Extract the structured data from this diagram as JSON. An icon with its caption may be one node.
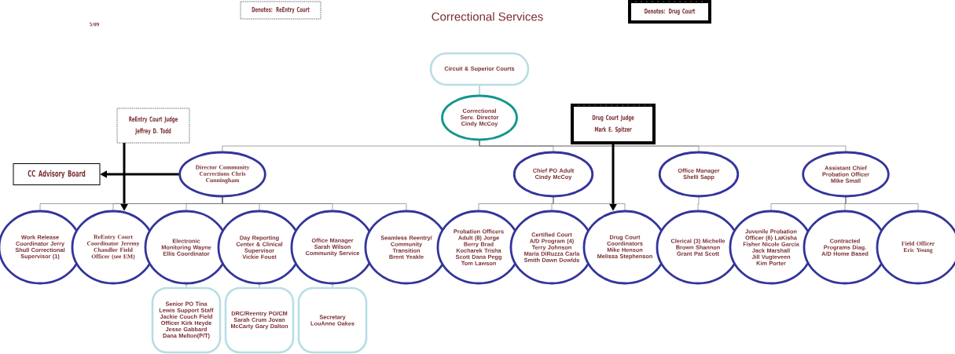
{
  "diagram": {
    "title": "Correctional Services",
    "nodes": [
      {
        "text": [
          "Circuit & Superior Courts"
        ]
      },
      {
        "text": [
          "Correctional Serv. Director Cindy McCoy"
        ]
      },
      {
        "text": [
          "Drug Court Judge",
          "Mark E. Spitzer"
        ]
      },
      {
        "text": [
          "ReEntry Court Judge",
          "Jeffrey D. Todd"
        ]
      },
      {
        "text": [
          "CC Advisory Board"
        ]
      },
      {
        "text": [
          "Director Community Corrections Chris Cunningham"
        ]
      },
      {
        "text": [
          "Chief PO Adult Cindy McCoy"
        ]
      },
      {
        "text": [
          "Office Manager Shelli Sapp"
        ]
      },
      {
        "text": [
          "Assistant Chief Probation Officer Mike Small"
        ]
      },
      {
        "text": [
          "Work Release Coordinator Jerry Shull Correctional Supervisor (1)"
        ]
      },
      {
        "text": [
          "ReEntry Court Coordinator Jeremy Chandler Field Officer (see EM)"
        ]
      },
      {
        "text": [
          "Electronic Monitoring Wayne Ellis Coordinator"
        ]
      },
      {
        "text": [
          "Day Reporting Center & Clinical Supervisor Vickie Foust"
        ]
      },
      {
        "text": [
          "Office Manager Sarah Wilson Community Service"
        ]
      },
      {
        "text": [
          "Seamless Reentry/ Community Transition Brent Yeakle"
        ]
      },
      {
        "text": [
          "Probation Officers Adult (8) Jorge Berry Brad Kocharek Trisha Scott Dana Pegg Tom Lawson"
        ]
      },
      {
        "text": [
          "Certified Court A/D Program (4) Terry Johnson Maria DiRuzza Carla Smith Dawn Dowlds"
        ]
      },
      {
        "text": [
          "Drug Court Coordinators Mike Henson Melissa Stephenson"
        ]
      },
      {
        "text": [
          "Clerical (3) Michelle Brown Shannon Grant Pat Scott"
        ]
      },
      {
        "text": [
          "Juvenile Probation Officer (6) LaKisha Fisher Nicole Garcia Jack Marshall Jill Vugteveen Kim Porter"
        ]
      },
      {
        "text": [
          "Contracted Programs Diag. A/D Home Based"
        ]
      },
      {
        "text": [
          "Field Officer Eric Young"
        ]
      },
      {
        "text": [
          "Senior PO Tina Lewis Support Staff Jackie Couch Field Officer Kirk Heyde Jesse Gabbard Dana Melton(P/T)"
        ]
      },
      {
        "text": [
          "DRC/Reentry PO/CM Sarah Crum Jovan McCarty Gary Dalton"
        ]
      },
      {
        "text": [
          "Secretary LouAnne Oakes"
        ]
      },
      {
        "text": [
          "Denotes: ReEntry Court"
        ]
      },
      {
        "text": [
          "Denotes: Drug Court"
        ]
      }
    ],
    "edges": [
      {
        "from": 0,
        "to": 1,
        "arrow": "none"
      },
      {
        "from": 1,
        "to": 5,
        "arrow": "none"
      },
      {
        "from": 1,
        "to": 6,
        "arrow": "none"
      },
      {
        "from": 1,
        "to": 7,
        "arrow": "none"
      },
      {
        "from": 1,
        "to": 8,
        "arrow": "none"
      },
      {
        "from": 5,
        "to": 4,
        "arrow": "to",
        "style": "thick",
        "color": "#000000"
      },
      {
        "from": 3,
        "to": 10,
        "arrow": "to",
        "style": "thick",
        "color": "#000000"
      },
      {
        "from": 2,
        "to": 17,
        "arrow": "to",
        "style": "thick",
        "color": "#000000"
      },
      {
        "from": 5,
        "to": 9,
        "arrow": "none"
      },
      {
        "from": 5,
        "to": 10,
        "arrow": "none"
      },
      {
        "from": 5,
        "to": 11,
        "arrow": "none"
      },
      {
        "from": 5,
        "to": 12,
        "arrow": "none"
      },
      {
        "from": 5,
        "to": 13,
        "arrow": "none"
      },
      {
        "from": 5,
        "to": 14,
        "arrow": "none"
      },
      {
        "from": 6,
        "to": 15,
        "arrow": "none"
      },
      {
        "from": 6,
        "to": 16,
        "arrow": "none"
      },
      {
        "from": 6,
        "to": 17,
        "arrow": "none"
      },
      {
        "from": 7,
        "to": 18,
        "arrow": "none"
      },
      {
        "from": 8,
        "to": 19,
        "arrow": "none"
      },
      {
        "from": 8,
        "to": 20,
        "arrow": "none"
      },
      {
        "from": 8,
        "to": 21,
        "arrow": "none"
      },
      {
        "from": 11,
        "to": 22,
        "arrow": "none"
      },
      {
        "from": 12,
        "to": 23,
        "arrow": "none"
      },
      {
        "from": 13,
        "to": 24,
        "arrow": "none"
      }
    ],
    "labels": [
      "5/09"
    ]
  }
}
